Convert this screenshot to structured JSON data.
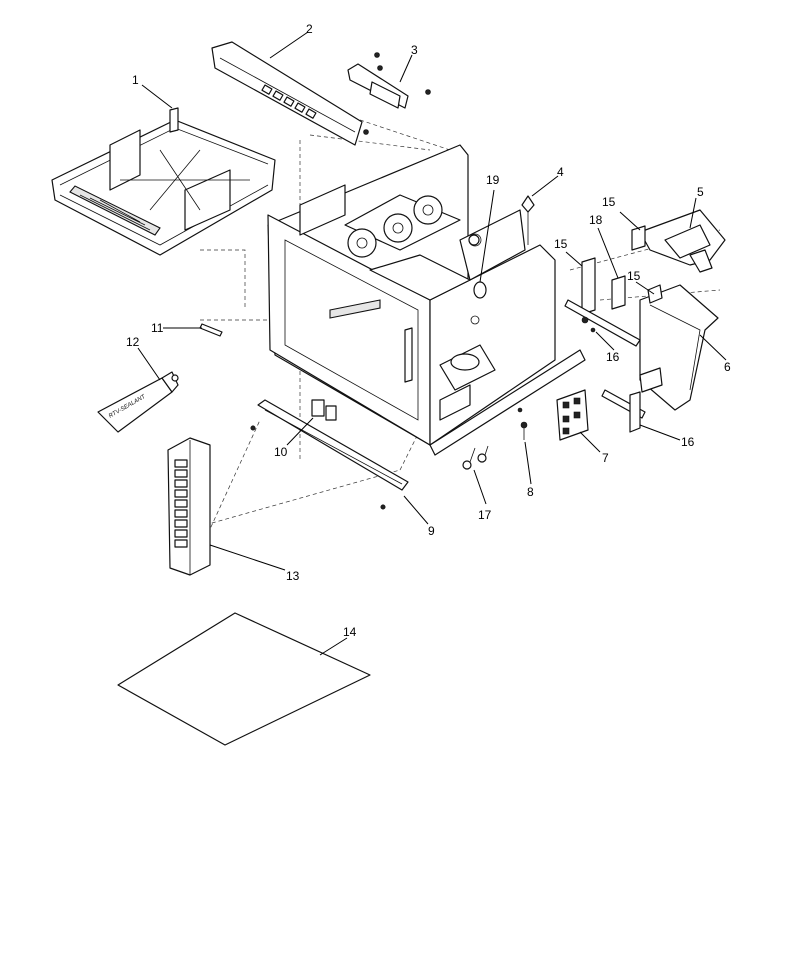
{
  "callouts": [
    {
      "id": "1",
      "label": "1"
    },
    {
      "id": "2",
      "label": "2"
    },
    {
      "id": "3",
      "label": "3"
    },
    {
      "id": "4",
      "label": "4"
    },
    {
      "id": "5",
      "label": "5"
    },
    {
      "id": "6",
      "label": "6"
    },
    {
      "id": "7",
      "label": "7"
    },
    {
      "id": "8",
      "label": "8"
    },
    {
      "id": "9",
      "label": "9"
    },
    {
      "id": "10",
      "label": "10"
    },
    {
      "id": "11",
      "label": "11"
    },
    {
      "id": "12",
      "label": "12"
    },
    {
      "id": "13",
      "label": "13"
    },
    {
      "id": "14",
      "label": "14"
    },
    {
      "id": "15a",
      "label": "15"
    },
    {
      "id": "15b",
      "label": "15"
    },
    {
      "id": "15c",
      "label": "15"
    },
    {
      "id": "16a",
      "label": "16"
    },
    {
      "id": "16b",
      "label": "16"
    },
    {
      "id": "17",
      "label": "17"
    },
    {
      "id": "18",
      "label": "18"
    },
    {
      "id": "19",
      "label": "19"
    }
  ],
  "tube_label": "RTV-SEALANT"
}
